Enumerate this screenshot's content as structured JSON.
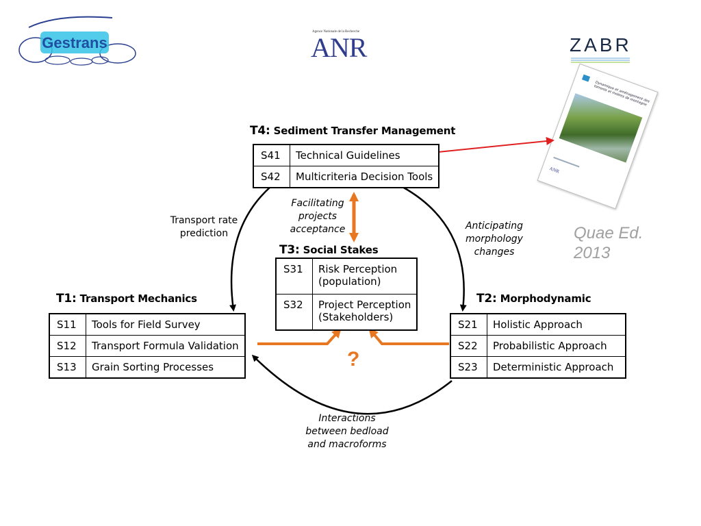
{
  "logos": {
    "gestrans": "Gestrans",
    "anr_main": "ANR",
    "anr_caption": "Agence Nationale de la Recherche",
    "zabr": "ZABR"
  },
  "book": {
    "title_line1": "Dynamique et aménagement des",
    "title_line2": "torrents et rivières de montagne",
    "publisher_caption": "Quae Ed.",
    "year": "2013"
  },
  "tasks": {
    "t4": {
      "code": "T4:",
      "name": "Sediment Transfer Management",
      "rows": [
        {
          "code": "S41",
          "label": "Technical Guidelines"
        },
        {
          "code": "S42",
          "label": "Multicriteria Decision Tools"
        }
      ]
    },
    "t3": {
      "code": "T3:",
      "name": "Social Stakes",
      "rows": [
        {
          "code": "S31",
          "label_line1": "Risk Perception",
          "label_line2": "(population)"
        },
        {
          "code": "S32",
          "label_line1": "Project Perception",
          "label_line2": "(Stakeholders)"
        }
      ]
    },
    "t1": {
      "code": "T1:",
      "name": "Transport Mechanics",
      "rows": [
        {
          "code": "S11",
          "label": "Tools for Field Survey"
        },
        {
          "code": "S12",
          "label": "Transport Formula Validation"
        },
        {
          "code": "S13",
          "label": "Grain Sorting Processes"
        }
      ]
    },
    "t2": {
      "code": "T2:",
      "name": "Morphodynamic",
      "rows": [
        {
          "code": "S21",
          "label": "Holistic Approach"
        },
        {
          "code": "S22",
          "label": "Probabilistic Approach"
        },
        {
          "code": "S23",
          "label": "Deterministic Approach"
        }
      ]
    }
  },
  "links": {
    "transport_rate": {
      "line1": "Transport rate",
      "line2": "prediction"
    },
    "facilitating": {
      "line1": "Facilitating",
      "line2": "projects",
      "line3": "acceptance"
    },
    "anticipating": {
      "line1": "Anticipating",
      "line2": "morphology",
      "line3": "changes"
    },
    "interactions": {
      "line1": "Interactions",
      "line2": "between bedload",
      "line3": "and macroforms"
    },
    "question_mark": "?"
  },
  "colors": {
    "orange": "#e87722",
    "red_arrow": "#e02020",
    "anr_blue": "#2f3d8c",
    "gestrans_blue": "#1e4fa0",
    "gestrans_cyan": "#35c3e8"
  }
}
